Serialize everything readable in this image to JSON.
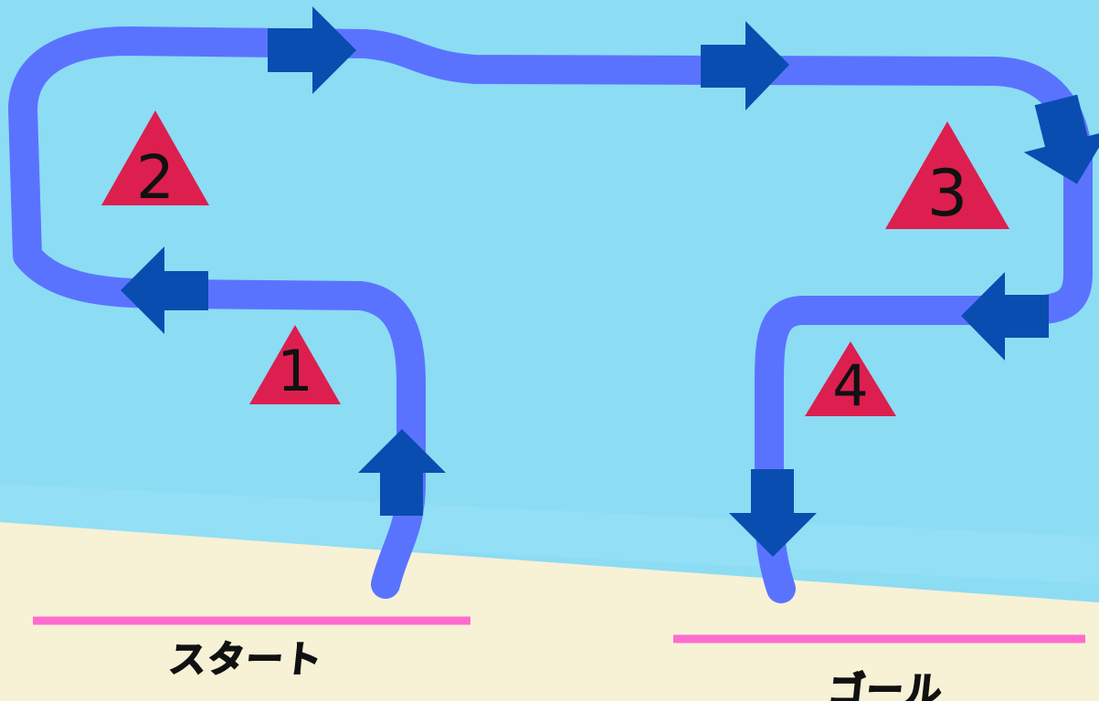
{
  "title": "",
  "start_label": "スタート",
  "goal_label": "ゴール",
  "footnote": "",
  "marks": [
    "1",
    "2",
    "3",
    "4"
  ],
  "colors": {
    "water": "#8cdcf4",
    "water_band": "#92dff6",
    "sand": "#f7f1d6",
    "course_line": "#5a73ff",
    "arrow": "#0a4db0",
    "buoy": "#dc1f4f",
    "start_goal_line": "#ff6ccf",
    "text": "#111111"
  },
  "icons": [
    "arrow-up-icon",
    "arrow-left-icon",
    "arrow-right-icon",
    "arrow-down-icon",
    "buoy-triangle-icon"
  ]
}
